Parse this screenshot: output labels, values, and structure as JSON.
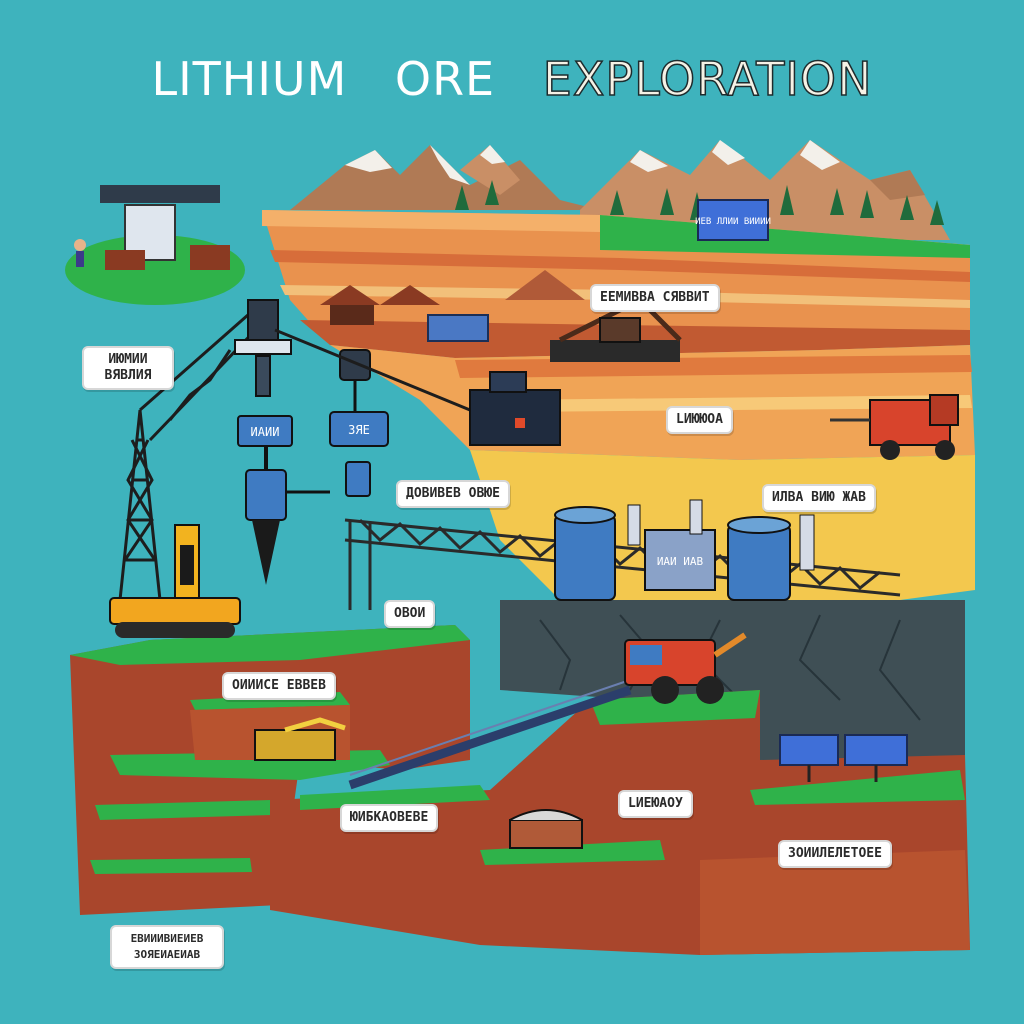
{
  "title": {
    "word1": "LITHIUM",
    "word2": "ORE",
    "word3": "EXPLORATION"
  },
  "labels": {
    "upper_stratum": "ЕЕМИВВА СЯВВИТ",
    "left_panel": "ИЮМИИ ВЯВЛИЯ",
    "middle_stratum": "LИЮЮОА",
    "drill_arm": "ДОВИВЕВ ОВЮЕ",
    "yellow_zone": "ИЛВА ВИЮ ЖАВ",
    "small_marker": "ОВОИ",
    "lower_left": "ОИИИСЕ ЕВВЕВ",
    "lower_middle": "ЮИБКАОВЕВЕ",
    "lower_center": "LИЕЮАОУ",
    "lower_right": "ЗОИИЛЕЛЕТОЕЕ",
    "bottom_left": "ЕВИИИВИЕИЕВ ЗОЯЕИАЕИАВ",
    "crane_screen": "ИАИИ",
    "monitor_screen": "ЗЯЕ",
    "tank_label": "ИАИ ИАВ",
    "solar_sign": "ИЕВ ЛЛИИ ВИИИИ"
  },
  "colors": {
    "sky": "#3eb3bd",
    "grass": "#2fb24a",
    "soil": "#a9462c",
    "layer_orange": "#e9924e",
    "layer_yellow": "#f3c84e",
    "rock_dark": "#3f4f55",
    "machine_red": "#d8442c",
    "machine_blue": "#3f7bc2"
  }
}
